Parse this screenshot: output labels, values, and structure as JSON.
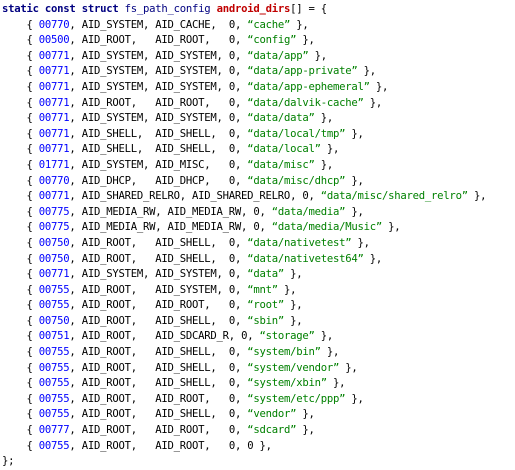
{
  "colors": {
    "background": "#ffffff",
    "keyword": "#000080",
    "array_name": "#c00000",
    "number": "#0000ff",
    "string": "#008000",
    "text": "#000000"
  },
  "header": [
    {
      "t": "static",
      "c": "kw"
    },
    {
      "t": " "
    },
    {
      "t": "const",
      "c": "kw"
    },
    {
      "t": " "
    },
    {
      "t": "struct",
      "c": "kw"
    },
    {
      "t": " "
    },
    {
      "t": "fs_path_config",
      "c": "tp"
    },
    {
      "t": " "
    },
    {
      "t": "android_dirs",
      "c": "nm"
    },
    {
      "t": "[] = {"
    }
  ],
  "entries": [
    {
      "mode": "00770",
      "uid": "AID_SYSTEM,",
      "gid": "AID_CACHE,",
      "cap": "0,",
      "path": "“cache”"
    },
    {
      "mode": "00500",
      "uid": "AID_ROOT,",
      "gid": "AID_ROOT,",
      "cap": "0,",
      "path": "“config”"
    },
    {
      "mode": "00771",
      "uid": "AID_SYSTEM,",
      "gid": "AID_SYSTEM,",
      "cap": "0,",
      "path": "“data/app”"
    },
    {
      "mode": "00771",
      "uid": "AID_SYSTEM,",
      "gid": "AID_SYSTEM,",
      "cap": "0,",
      "path": "“data/app-private”"
    },
    {
      "mode": "00771",
      "uid": "AID_SYSTEM,",
      "gid": "AID_SYSTEM,",
      "cap": "0,",
      "path": "“data/app-ephemeral”"
    },
    {
      "mode": "00771",
      "uid": "AID_ROOT,",
      "gid": "AID_ROOT,",
      "cap": "0,",
      "path": "“data/dalvik-cache”"
    },
    {
      "mode": "00771",
      "uid": "AID_SYSTEM,",
      "gid": "AID_SYSTEM,",
      "cap": "0,",
      "path": "“data/data”"
    },
    {
      "mode": "00771",
      "uid": "AID_SHELL,",
      "gid": "AID_SHELL,",
      "cap": "0,",
      "path": "“data/local/tmp”"
    },
    {
      "mode": "00771",
      "uid": "AID_SHELL,",
      "gid": "AID_SHELL,",
      "cap": "0,",
      "path": "“data/local”"
    },
    {
      "mode": "01771",
      "uid": "AID_SYSTEM,",
      "gid": "AID_MISC,",
      "cap": "0,",
      "path": "“data/misc”"
    },
    {
      "mode": "00770",
      "uid": "AID_DHCP,",
      "gid": "AID_DHCP,",
      "cap": "0,",
      "path": "“data/misc/dhcp”"
    },
    {
      "mode": "00771",
      "uid": "AID_SHARED_RELRO,",
      "gid": "AID_SHARED_RELRO,",
      "cap": "0,",
      "path": "“data/misc/shared_relro”"
    },
    {
      "mode": "00775",
      "uid": "AID_MEDIA_RW,",
      "gid": "AID_MEDIA_RW,",
      "cap": "0,",
      "path": "“data/media”"
    },
    {
      "mode": "00775",
      "uid": "AID_MEDIA_RW,",
      "gid": "AID_MEDIA_RW,",
      "cap": "0,",
      "path": "“data/media/Music”"
    },
    {
      "mode": "00750",
      "uid": "AID_ROOT,",
      "gid": "AID_SHELL,",
      "cap": "0,",
      "path": "“data/nativetest”"
    },
    {
      "mode": "00750",
      "uid": "AID_ROOT,",
      "gid": "AID_SHELL,",
      "cap": "0,",
      "path": "“data/nativetest64”"
    },
    {
      "mode": "00771",
      "uid": "AID_SYSTEM,",
      "gid": "AID_SYSTEM,",
      "cap": "0,",
      "path": "“data”"
    },
    {
      "mode": "00755",
      "uid": "AID_ROOT,",
      "gid": "AID_SYSTEM,",
      "cap": "0,",
      "path": "“mnt”"
    },
    {
      "mode": "00755",
      "uid": "AID_ROOT,",
      "gid": "AID_ROOT,",
      "cap": "0,",
      "path": "“root”"
    },
    {
      "mode": "00750",
      "uid": "AID_ROOT,",
      "gid": "AID_SHELL,",
      "cap": "0,",
      "path": "“sbin”"
    },
    {
      "mode": "00751",
      "uid": "AID_ROOT,",
      "gid": "AID_SDCARD_R,",
      "cap": "0,",
      "path": "“storage”"
    },
    {
      "mode": "00755",
      "uid": "AID_ROOT,",
      "gid": "AID_SHELL,",
      "cap": "0,",
      "path": "“system/bin”"
    },
    {
      "mode": "00755",
      "uid": "AID_ROOT,",
      "gid": "AID_SHELL,",
      "cap": "0,",
      "path": "“system/vendor”"
    },
    {
      "mode": "00755",
      "uid": "AID_ROOT,",
      "gid": "AID_SHELL,",
      "cap": "0,",
      "path": "“system/xbin”"
    },
    {
      "mode": "00755",
      "uid": "AID_ROOT,",
      "gid": "AID_ROOT,",
      "cap": "0,",
      "path": "“system/etc/ppp”"
    },
    {
      "mode": "00755",
      "uid": "AID_ROOT,",
      "gid": "AID_SHELL,",
      "cap": "0,",
      "path": "“vendor”"
    },
    {
      "mode": "00777",
      "uid": "AID_ROOT,",
      "gid": "AID_ROOT,",
      "cap": "0,",
      "path": "“sdcard”"
    },
    {
      "mode": "00755",
      "uid": "AID_ROOT,",
      "gid": "AID_ROOT,",
      "cap": "0,",
      "path": "0"
    }
  ],
  "footer": "};"
}
